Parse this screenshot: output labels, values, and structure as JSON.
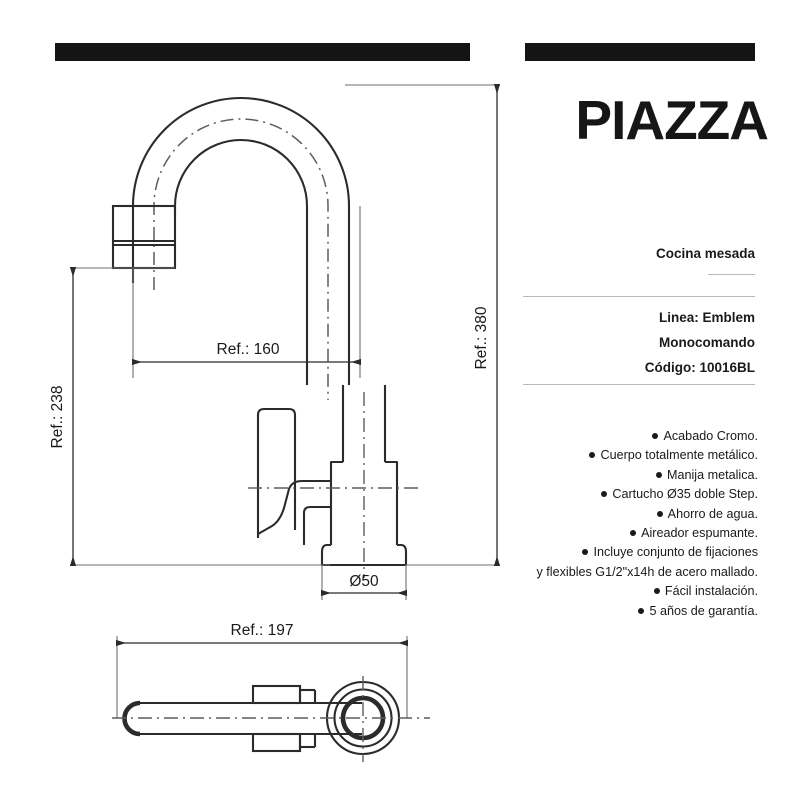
{
  "product": {
    "brand_title": "PIAZZA",
    "category": "Cocina mesada",
    "line": "Linea: Emblem",
    "type": "Monocomando",
    "code": "Código: 10016BL"
  },
  "features": [
    {
      "text": "Acabado Cromo."
    },
    {
      "text": "Cuerpo totalmente metálico."
    },
    {
      "text": "Manija metalica."
    },
    {
      "text": "Cartucho Ø35 doble Step."
    },
    {
      "text": "Ahorro de agua."
    },
    {
      "text": "Aireador espumante."
    },
    {
      "text": "Incluye conjunto de fijaciones",
      "continuation": "y flexibles G1/2\"x14h de acero mallado."
    },
    {
      "text": "Fácil instalación."
    },
    {
      "text": "5 años de garantía."
    }
  ],
  "drawing": {
    "dim_height_total": "Ref.: 380",
    "dim_height_spout": "Ref.: 238",
    "dim_reach": "Ref.: 160",
    "dim_base_diameter": "Ø50",
    "dim_plan_length": "Ref.: 197"
  },
  "colors": {
    "ink": "#141414",
    "line": "#2b2b2b",
    "thin_line": "#6e6e6e",
    "rule": "#b9b9b9",
    "background": "#ffffff"
  }
}
